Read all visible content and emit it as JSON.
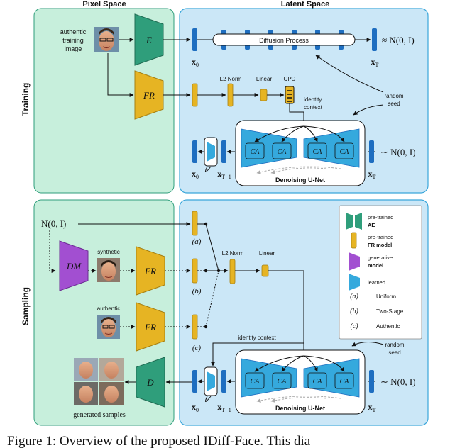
{
  "panels": {
    "pixel_space": "Pixel Space",
    "latent_space": "Latent Space"
  },
  "rows": {
    "training": "Training",
    "sampling": "Sampling"
  },
  "training": {
    "authentic_label_1": "authentic",
    "authentic_label_2": "training",
    "authentic_label_3": "image",
    "encoder": "E",
    "face_recognition": "FR",
    "x0": "x",
    "x0_sub": "0",
    "xT": "x",
    "xT_sub": "T",
    "approx_noise": "≈ N(0, I)",
    "diffusion": "Diffusion Process",
    "l2norm": "L2 Norm",
    "linear": "Linear",
    "cpd": "CPD",
    "identity_context_1": "identity",
    "identity_context_2": "context",
    "random_seed_1": "random",
    "random_seed_2": "seed",
    "unet_label": "Denoising U-Net",
    "ca": "CA",
    "x0_bottom": "x",
    "x0_bottom_sub": "0",
    "xT1": "x",
    "xT1_sub": "T−1",
    "xT_right": "x",
    "xT_right_sub": "T",
    "noise_right": "∼ N(0, I)"
  },
  "sampling": {
    "noise_in": "N(0, I)",
    "dm": "DM",
    "synthetic": "synthetic",
    "authentic": "authentic",
    "fr": "FR",
    "decoder": "D",
    "generated": "generated samples",
    "opt_a": "(a)",
    "opt_b": "(b)",
    "opt_c": "(c)",
    "l2norm": "L2 Norm",
    "linear": "Linear",
    "identity_context": "identity context",
    "random_seed_1": "random",
    "random_seed_2": "seed",
    "unet_label": "Denoising U-Net",
    "ca": "CA",
    "x0": "x",
    "x0_sub": "0",
    "xT1": "x",
    "xT1_sub": "T−1",
    "xT": "x",
    "xT_sub": "T",
    "noise_right": "∼ N(0, I)"
  },
  "legend": {
    "ae_1": "pre-trained",
    "ae_2": "AE",
    "fr_1": "pre-trained",
    "fr_2": "FR model",
    "gen_1": "generative",
    "gen_2": "model",
    "learned": "learned",
    "a_key": "(a)",
    "a_val": "Uniform",
    "b_key": "(b)",
    "b_val": "Two-Stage",
    "c_key": "(c)",
    "c_val": "Authentic"
  },
  "caption": "Figure 1: Overview of the proposed IDiff-Face. This dia",
  "colors": {
    "pixel_fill": "#c7efdc",
    "latent_fill": "#cbe7f7",
    "latent_border": "#3aa6da",
    "ae_green": "#2f9e7b",
    "fr_yellow": "#e6b423",
    "dm_purple": "#a24fd1",
    "learned_blue": "#35a9dd",
    "dark_blue": "#1e6ec0"
  }
}
